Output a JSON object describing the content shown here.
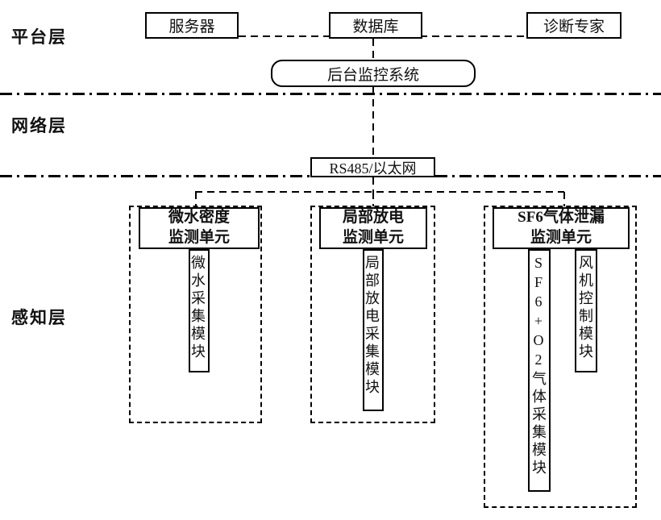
{
  "layers": {
    "platform": "平台层",
    "network": "网络层",
    "perception": "感知层"
  },
  "platform": {
    "server": "服务器",
    "database": "数据库",
    "expert": "诊断专家",
    "monitor_system": "后台监控系统"
  },
  "network": {
    "bus": "RS485/以太网"
  },
  "perception": {
    "units": [
      {
        "title": "微水密度\n监测单元",
        "modules": [
          "微水采集模块"
        ]
      },
      {
        "title": "局部放电\n监测单元",
        "modules": [
          "局部放电采集模块"
        ]
      },
      {
        "title": "SF6气体泄漏\n监测单元",
        "modules": [
          "SF6+O2气体采集模块",
          "风机控制模块"
        ]
      }
    ]
  },
  "colors": {
    "line": "#000000",
    "background": "#ffffff",
    "text": "#111111"
  }
}
